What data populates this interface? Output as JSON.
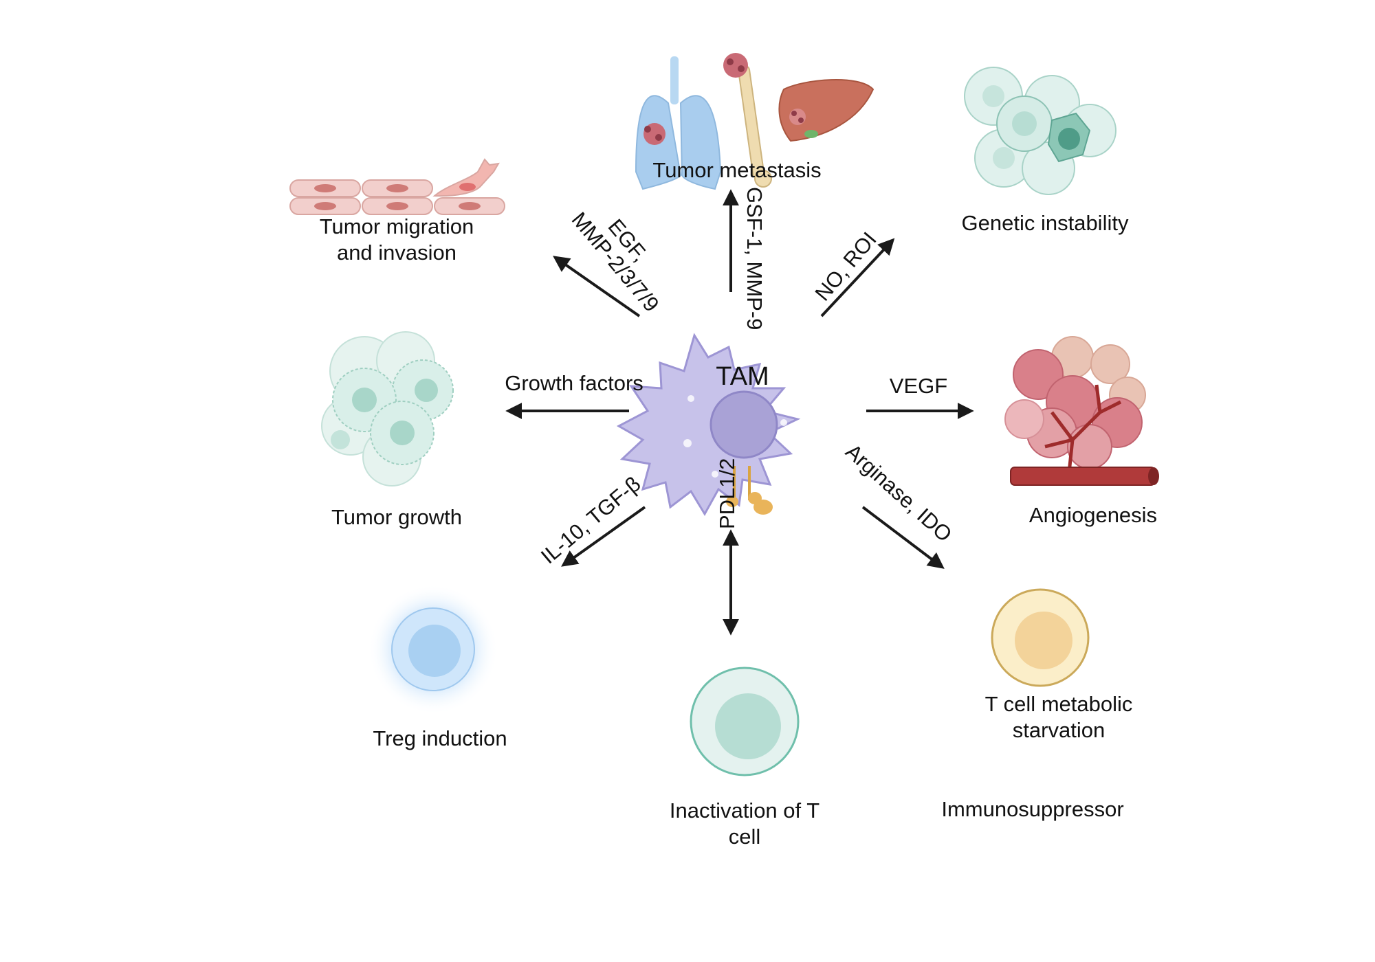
{
  "center": {
    "label": "TAM"
  },
  "outcomes": {
    "metastasis": "Tumor metastasis",
    "genetic": "Genetic instability",
    "migration_1": "Tumor migration",
    "migration_2": "and invasion",
    "growth": "Tumor growth",
    "angiogenesis": "Angiogenesis",
    "treg": "Treg induction",
    "inactivation_1": "Inactivation of T",
    "inactivation_2": "cell",
    "starvation_1": "T cell metabolic",
    "starvation_2": "starvation",
    "immuno": "Immunosuppressor"
  },
  "mediators": {
    "gsf": "GSF-1, MMP-9",
    "no_roi": "NO, ROI",
    "egf_1": "EGF,",
    "egf_2": "MMP-2/3/7/9",
    "growth_factors": "Growth factors",
    "vegf": "VEGF",
    "il10": "IL-10, TGF-β",
    "arginase": "Arginase, IDO",
    "pdl": "PDL1/2"
  },
  "colors": {
    "tam_body": "#c7c2ea",
    "tam_nucleus": "#a9a2d6",
    "tumor_cell": "#d9efe9",
    "vessel": "#b03a3a",
    "treg": "#a9d0f2",
    "t_cell": "#cfe8e2",
    "starved_cell": "#f3d39a"
  }
}
